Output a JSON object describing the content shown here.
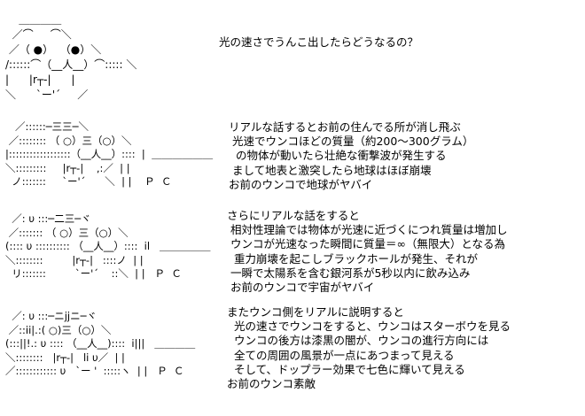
{
  "panels": [
    {
      "art": [
        "    ＿＿＿＿",
        "  ／⌒     ⌒＼",
        " ／（ ●）  （●）＼",
        "/::::::⌒（__人__）⌒::::: ＼",
        "|      |r┬-|      |",
        "＼      `ー'´     ／"
      ],
      "speech": [
        "光の速さでうんこ出したらどうなるの？"
      ]
    },
    {
      "art": [
        "   ／::::::─三三─＼",
        " ／:::::::: （ ○）三（○）＼",
        "|::::::::::::::::::（__人__）::::  |  ＿＿＿＿＿＿",
        "＼:::::::::     |r┬-|    ,:／  | |",
        "  ノ:::::::     `ー'´      ＼  | |    Ｐ  Ｃ"
      ],
      "speech": [
        "リアルな話するとお前の住んでる所が消し飛ぶ",
        " 光速でウンコほどの質量（約200～300グラム）",
        "  の物体が動いたら壮絶な衝撃波が発生する",
        " まして地表と激突したら地球はほぼ崩壊",
        "お前のウンコで地球がヤバイ"
      ]
    },
    {
      "art": [
        "  ／: υ :::─二三─ヾ",
        " ／::::::: （ ○）三（○）＼",
        "(:::: υ :::::::::: （__人__）::::  il   ＿＿＿＿＿",
        "＼::::::::         |r┬-|   ::::ノ  | |",
        "  リ:::::::         `ー'´    ::＼  | |   Ｐ  Ｃ"
      ],
      "speech": [
        "さらにリアルな話をすると",
        " 相対性理論では物体が光速に近づくにつれ質量は増加し",
        " ウンコが光速なった瞬間に質量＝∞（無限大）となる為",
        "  重力崩壊を起こしブラックホールが発生、それが",
        " 一瞬で太陽系を含む銀河系が5秒以内に飲み込み",
        " お前のウンコで宇宙がヤバイ"
      ]
    },
    {
      "art": [
        "  ／: υ :::─ニjjニ─ヾ",
        " ／::ii|.:( ○)三（○）＼",
        "(:::||!.: υ :::: （__人__)::::  i|||   ＿＿＿＿",
        "＼::::::::   |r┬-|   li υ／  | |",
        "／:::::::::::: υ   `ー '  :::::ヽ  | |   Ｐ  Ｃ"
      ],
      "speech": [
        "またウンコ側をリアルに説明すると",
        "  光の速さでウンコをすると、ウンコはスターボウを見る",
        "  ウンコの後方は漆黒の闇が、ウンコの進行方向には",
        "  全ての周囲の風景が一点にあつまって見える",
        "  そして、ドップラー効果で七色に輝いて見える",
        "お前のウンコ素敵"
      ]
    }
  ]
}
